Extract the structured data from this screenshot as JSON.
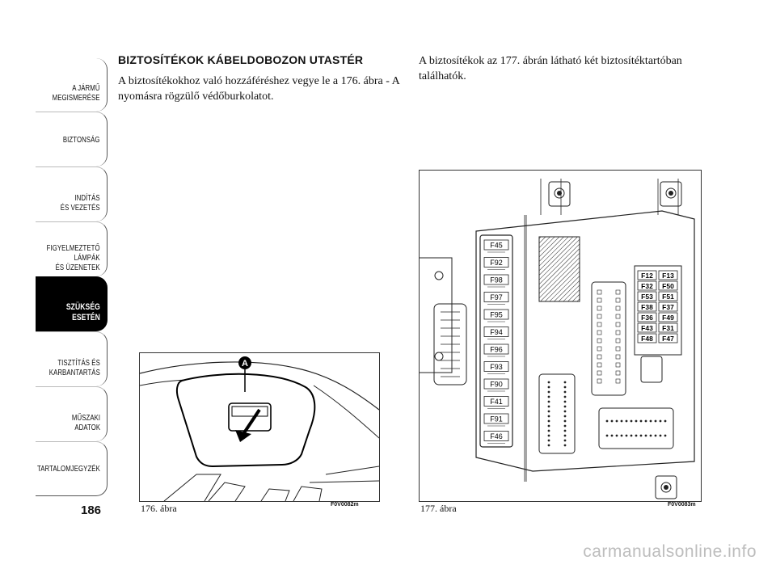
{
  "page_number": "186",
  "sidebar": {
    "tabs": [
      {
        "line1": "A JÁRMŰ",
        "line2": "MEGISMERÉSE",
        "active": false
      },
      {
        "line1": "",
        "line2": "BIZTONSÁG",
        "active": false
      },
      {
        "line1": "INDÍTÁS",
        "line2": "ÉS VEZETÉS",
        "active": false
      },
      {
        "line1": "FIGYELMEZTETŐ",
        "line2": "LÁMPÁK",
        "line3": "ÉS ÜZENETEK",
        "active": false
      },
      {
        "line1": "SZÜKSÉG",
        "line2": "ESETÉN",
        "active": true
      },
      {
        "line1": "TISZTÍTÁS ÉS",
        "line2": "KARBANTARTÁS",
        "active": false
      },
      {
        "line1": "MŰSZAKI",
        "line2": "ADATOK",
        "active": false
      },
      {
        "line1": "",
        "line2": "TARTALOMJEGYZÉK",
        "active": false
      }
    ]
  },
  "content": {
    "heading": "BIZTOSÍTÉKOK KÁBELDOBOZON UTASTÉR",
    "left_paragraph": "A biztosítékokhoz való hozzáféréshez vegye le a 176. ábra - A nyomásra rögzülő védőburkolatot.",
    "right_paragraph": "A biztosítékok az 177. ábrán látható két biztosítéktartóban találhatók."
  },
  "figure1": {
    "caption": "176. ábra",
    "code": "F0V0082m",
    "callout": "A"
  },
  "figure2": {
    "caption": "177. ábra",
    "code": "F0V0083m",
    "left_column_fuses": [
      "F45",
      "F92",
      "F98",
      "F97",
      "F95",
      "F94",
      "F96",
      "F93",
      "F90",
      "F41",
      "F91",
      "F46"
    ],
    "grid_fuses": [
      [
        "F12",
        "F13"
      ],
      [
        "F32",
        "F50"
      ],
      [
        "F53",
        "F51"
      ],
      [
        "F38",
        "F37"
      ],
      [
        "F36",
        "F49"
      ],
      [
        "F43",
        "F31"
      ],
      [
        "F48",
        "F47"
      ]
    ]
  },
  "watermark": "carmanualsonline.info"
}
